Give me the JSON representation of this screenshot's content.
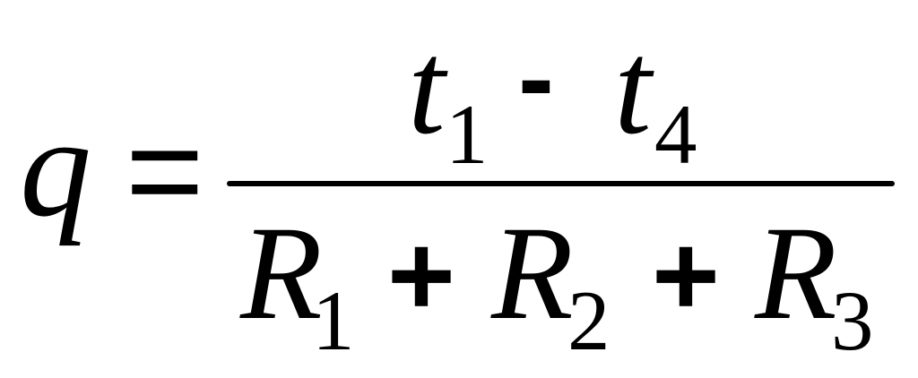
{
  "formula": {
    "lhs": "q",
    "equals": "=",
    "numerator": {
      "term1": {
        "var": "t",
        "sub": "1"
      },
      "operator": "-",
      "term2": {
        "var": "t",
        "sub": "4"
      }
    },
    "denominator": {
      "term1": {
        "var": "R",
        "sub": "1"
      },
      "op1": "+",
      "term2": {
        "var": "R",
        "sub": "2"
      },
      "op2": "+",
      "term3": {
        "var": "R",
        "sub": "3"
      }
    }
  }
}
